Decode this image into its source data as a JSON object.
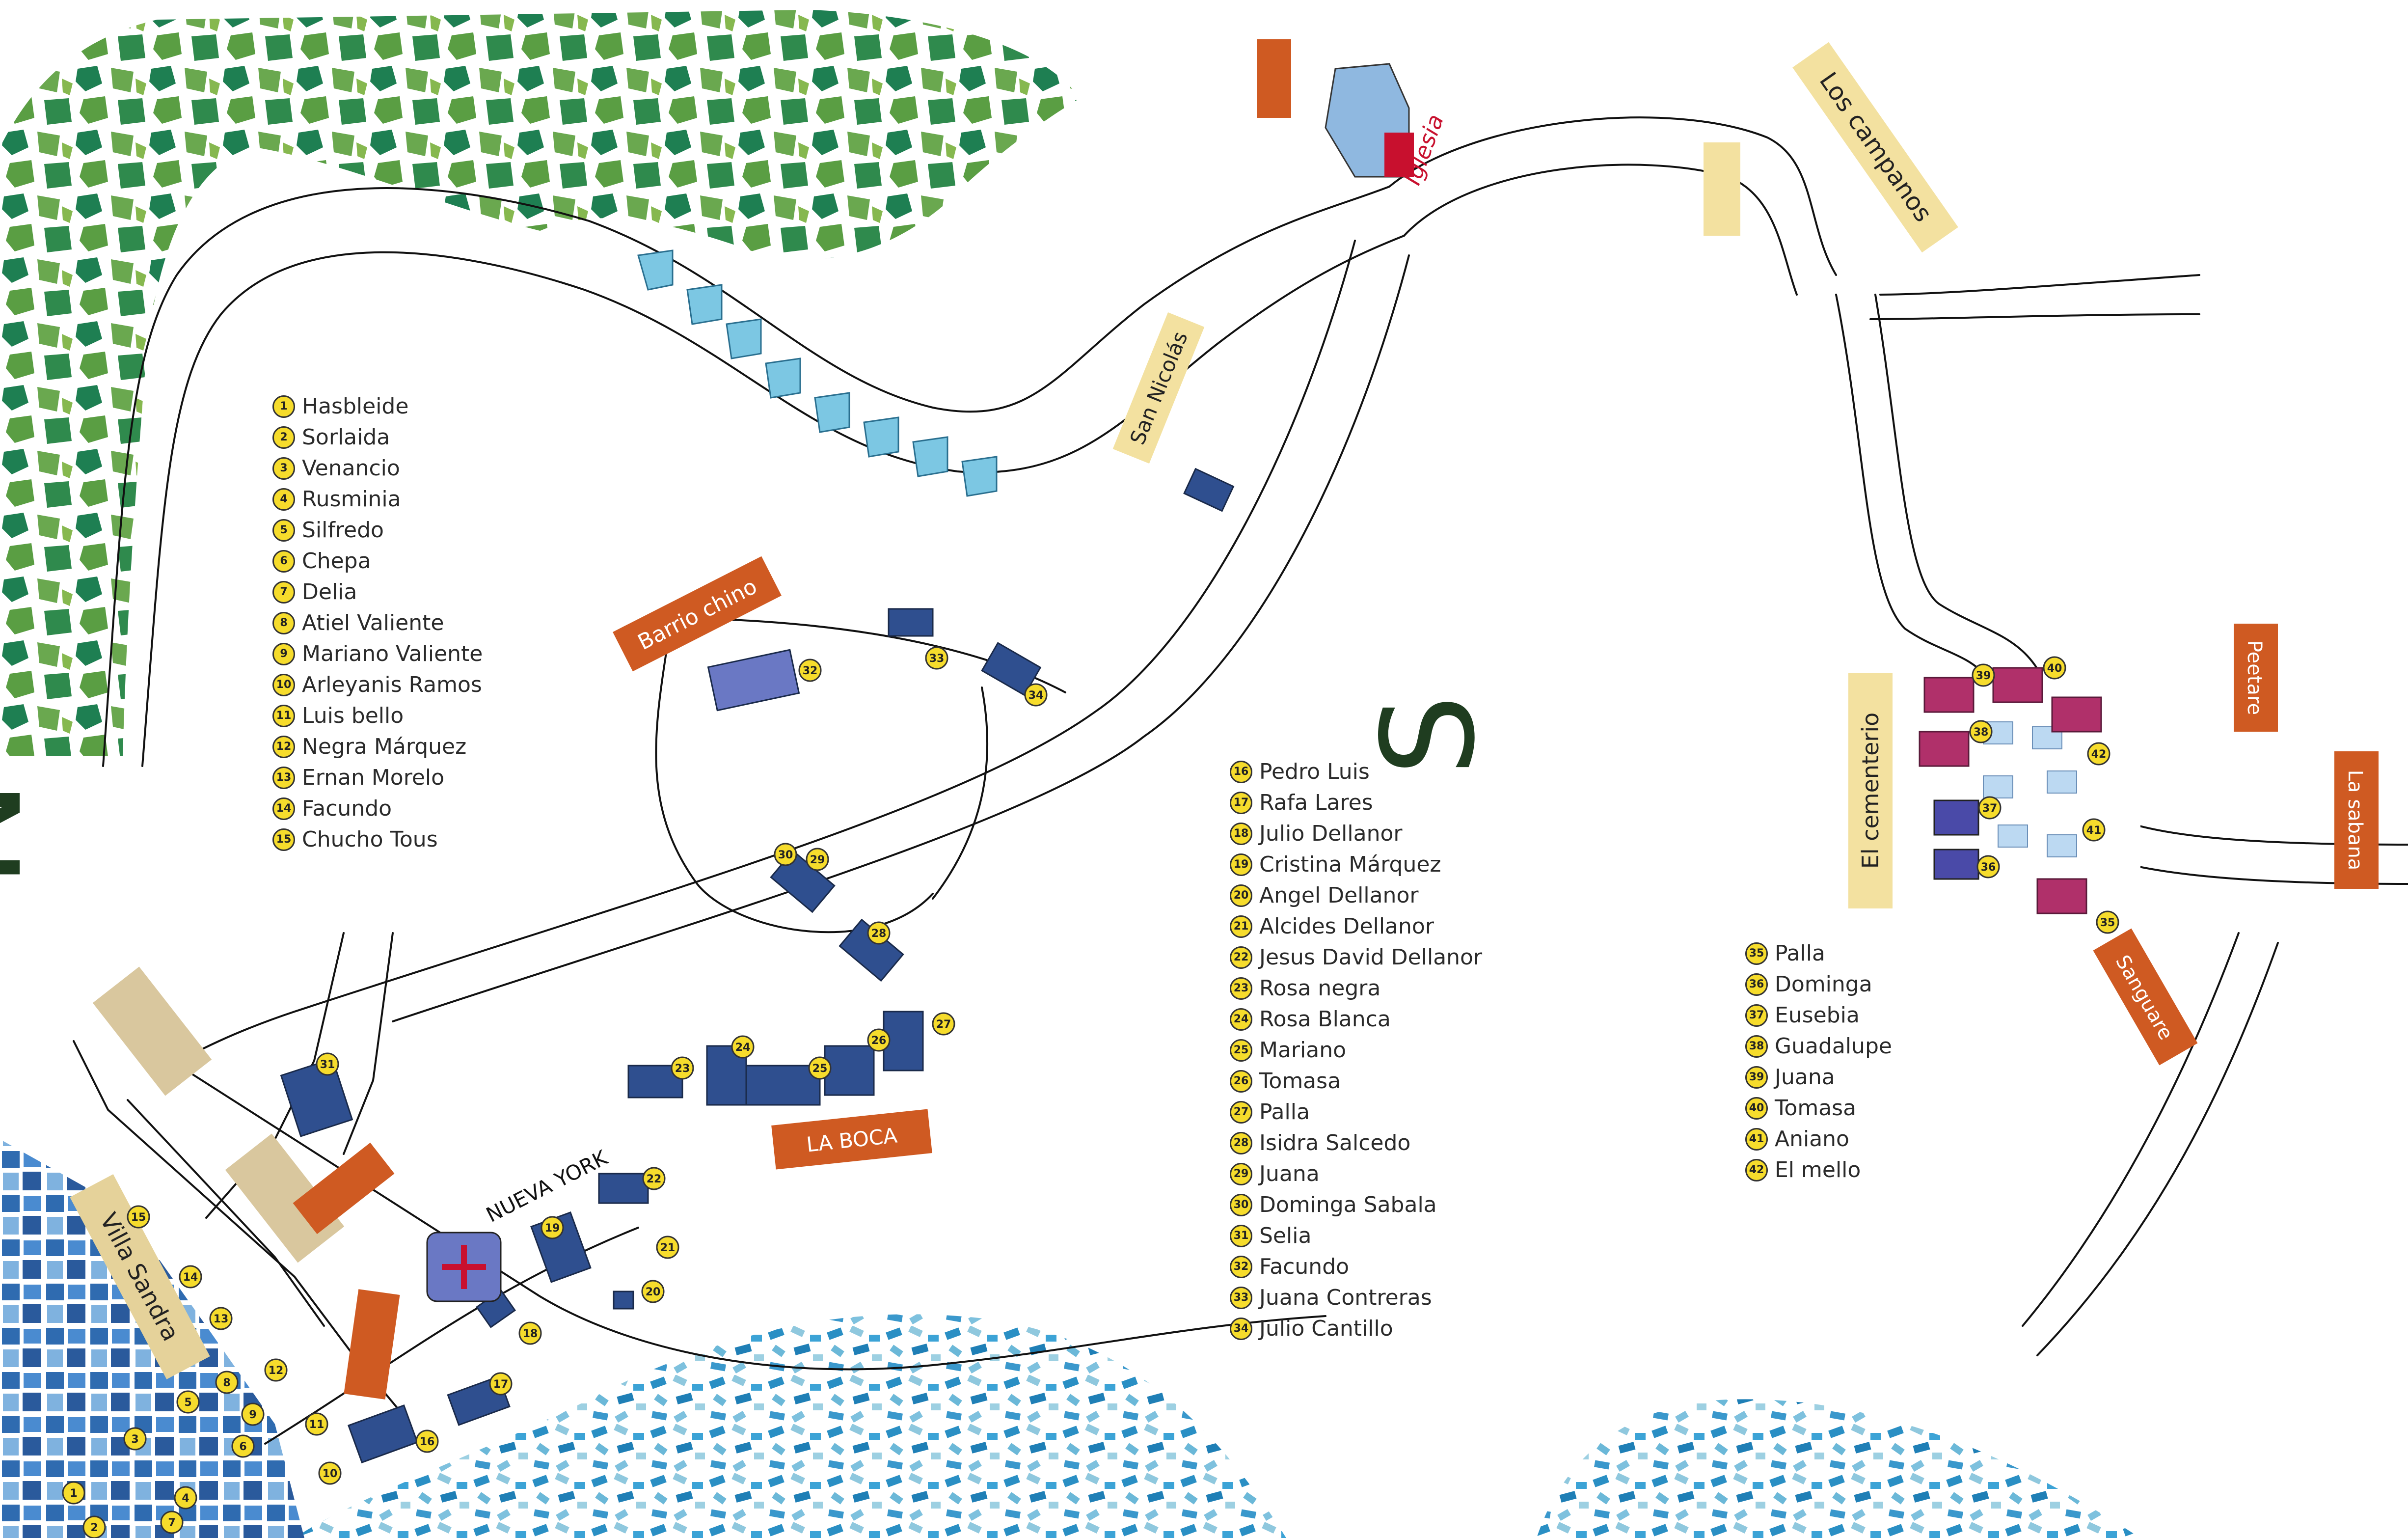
{
  "places": {
    "los_campanos": "Los campanos",
    "iglesia": "Iglesia",
    "san_nicolas": "San Nicolás",
    "barrio_chino": "Barrio chino",
    "la_boca": "LA BOCA",
    "nueva_york": "NUEVA YORK",
    "villa_sandra": "Villa Sandra",
    "el_cementerio": "El cementerio",
    "peetare": "Peetare",
    "la_sabana": "La sabana",
    "sanguare": "Sanguare"
  },
  "compass": {
    "north": "N",
    "south": "S"
  },
  "legend_west": [
    {
      "n": "1",
      "name": "Hasbleide"
    },
    {
      "n": "2",
      "name": "Sorlaida"
    },
    {
      "n": "3",
      "name": "Venancio"
    },
    {
      "n": "4",
      "name": "Rusminia"
    },
    {
      "n": "5",
      "name": "Silfredo"
    },
    {
      "n": "6",
      "name": "Chepa"
    },
    {
      "n": "7",
      "name": "Delia"
    },
    {
      "n": "8",
      "name": "Atiel Valiente"
    },
    {
      "n": "9",
      "name": "Mariano Valiente"
    },
    {
      "n": "10",
      "name": "Arleyanis Ramos"
    },
    {
      "n": "11",
      "name": "Luis bello"
    },
    {
      "n": "12",
      "name": "Negra Márquez"
    },
    {
      "n": "13",
      "name": "Ernan Morelo"
    },
    {
      "n": "14",
      "name": "Facundo"
    },
    {
      "n": "15",
      "name": "Chucho Tous"
    }
  ],
  "legend_center": [
    {
      "n": "16",
      "name": "Pedro Luis"
    },
    {
      "n": "17",
      "name": "Rafa Lares"
    },
    {
      "n": "18",
      "name": "Julio Dellanor"
    },
    {
      "n": "19",
      "name": "Cristina Márquez"
    },
    {
      "n": "20",
      "name": "Angel Dellanor"
    },
    {
      "n": "21",
      "name": "Alcides Dellanor"
    },
    {
      "n": "22",
      "name": "Jesus David Dellanor"
    },
    {
      "n": "23",
      "name": "Rosa negra"
    },
    {
      "n": "24",
      "name": "Rosa Blanca"
    },
    {
      "n": "25",
      "name": "Mariano"
    },
    {
      "n": "26",
      "name": "Tomasa"
    },
    {
      "n": "27",
      "name": "Palla"
    },
    {
      "n": "28",
      "name": "Isidra Salcedo"
    },
    {
      "n": "29",
      "name": "Juana"
    },
    {
      "n": "30",
      "name": "Dominga Sabala"
    },
    {
      "n": "31",
      "name": "Selia"
    },
    {
      "n": "32",
      "name": "Facundo"
    },
    {
      "n": "33",
      "name": "Juana Contreras"
    },
    {
      "n": "34",
      "name": "Julio Cantillo"
    }
  ],
  "legend_east": [
    {
      "n": "35",
      "name": "Palla"
    },
    {
      "n": "36",
      "name": "Dominga"
    },
    {
      "n": "37",
      "name": "Eusebia"
    },
    {
      "n": "38",
      "name": "Guadalupe"
    },
    {
      "n": "39",
      "name": "Juana"
    },
    {
      "n": "40",
      "name": "Tomasa"
    },
    {
      "n": "41",
      "name": "Aniano"
    },
    {
      "n": "42",
      "name": "El mello"
    }
  ],
  "colors": {
    "forest_dark": "#1e7f52",
    "forest_light": "#6aa84f",
    "water": "#2a8fc4",
    "water_light": "#8fc8de",
    "label_orange": "#cf5a22",
    "label_sand": "#f3e1a0",
    "house_navy": "#2f4f8f",
    "house_magenta": "#b0306a",
    "marker_yellow": "#f6dc2c",
    "church_red": "#c8102e"
  }
}
